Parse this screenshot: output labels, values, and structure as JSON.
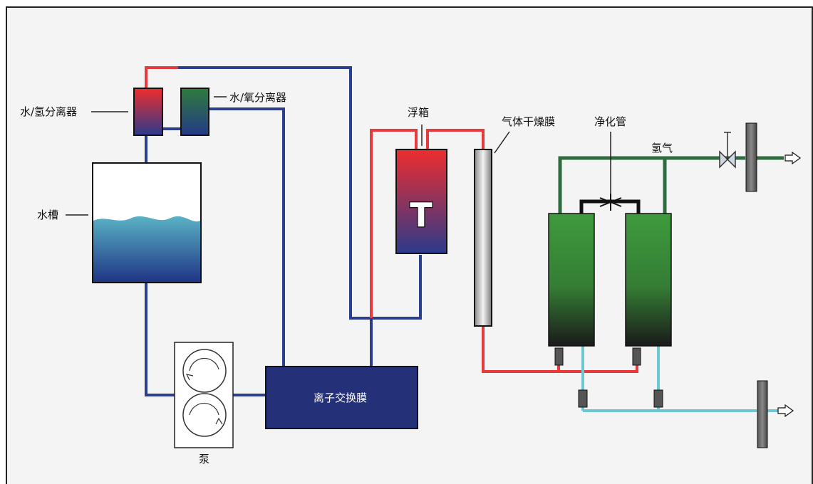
{
  "labels": {
    "h2_separator": "水/氢分离器",
    "o2_separator": "水/氧分离器",
    "water_tank": "水槽",
    "float_tank": "浮箱",
    "gas_dry_membrane": "气体干燥膜",
    "purifier_tube": "净化管",
    "hydrogen": "氢气",
    "ion_exchange_membrane": "离子交换膜",
    "pump": "泵",
    "float_tank_letter": "T"
  },
  "colors": {
    "hydrogen_line": "#e83a3a",
    "water_line": "#2c3f8c",
    "oxygen_line": "#2e6b3e",
    "outlet_line": "#6cc7d3",
    "purifier_green": "#3f9a3c",
    "background": "#f4f4f4"
  }
}
